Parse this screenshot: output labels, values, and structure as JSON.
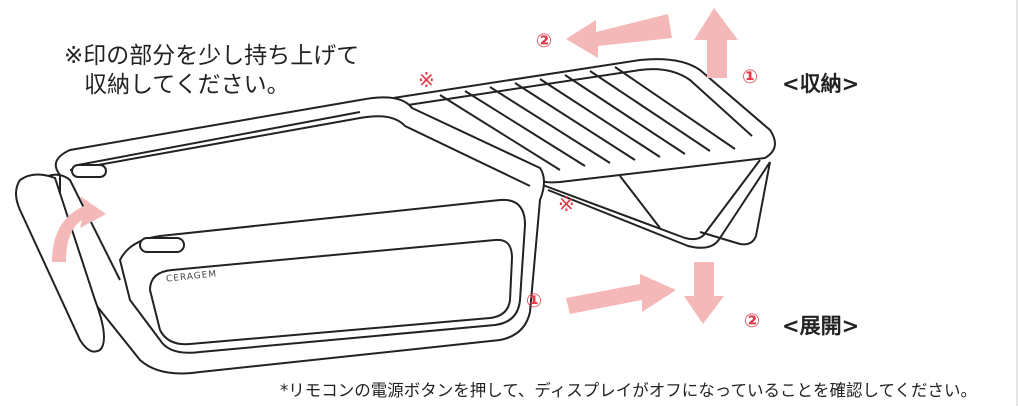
{
  "note": {
    "line1": "※印の部分を少し持ち上げて",
    "line2": "収納してください。"
  },
  "marks": {
    "top": "※",
    "bottom": "※"
  },
  "store": {
    "step1_num": "①",
    "step2_num": "②",
    "label": "<収納>"
  },
  "expand": {
    "step1_num": "①",
    "step2_num": "②",
    "label": "<展開>"
  },
  "brand": {
    "logo_text": "CERAGEM"
  },
  "footnote": "*リモコンの電源ボタンを押して、ディスプレイがオフになっていることを確認してください。",
  "colors": {
    "arrow": "#f4b8b8",
    "accent": "#e23a48",
    "line": "#222222"
  }
}
